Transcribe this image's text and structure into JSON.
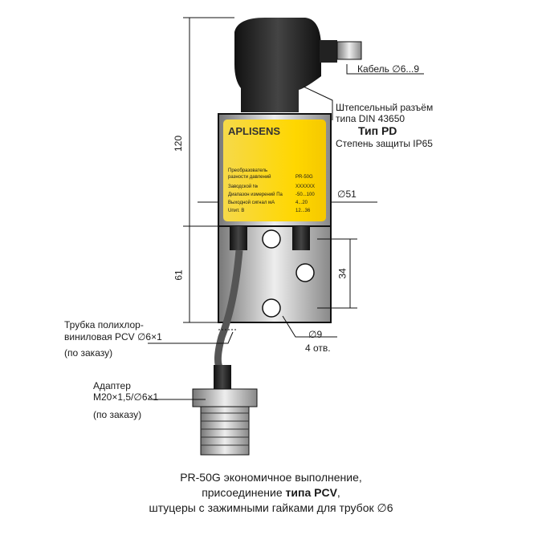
{
  "dimensions": {
    "height_top": "120",
    "height_bottom": "61",
    "diameter": "∅51",
    "spacing": "34",
    "hole": "∅9",
    "holes_count": "4 отв."
  },
  "callouts": {
    "cable": "Кабель ∅6...9",
    "connector_line1": "Штепсельный разъём",
    "connector_line2": "типа DIN 43650",
    "connector_type": "Тип PD",
    "protection": "Степень защиты IP65",
    "tube_line1": "Трубка полихлор-",
    "tube_line2": "виниловая PCV ∅6×1",
    "tube_order": "(по заказу)",
    "adapter_line1": "Адаптер",
    "adapter_line2": "M20×1,5/∅6×1",
    "adapter_order": "(по заказу)"
  },
  "nameplate": {
    "brand": "APLISENS",
    "r1l": "Преобразователь",
    "r1l2": "разности давлений",
    "r1v": "PR-50G",
    "r2l": "Заводской №",
    "r2v": "XXXXXX",
    "r3l": "Диапазон измерений  Па",
    "r3v": "-50...100",
    "r4l": "Выходной сигнал  мА",
    "r4v": "4...20",
    "r5l": "Uпит. В",
    "r5v": "12...36"
  },
  "caption": {
    "line1": "PR-50G экономичное выполнение,",
    "line2_pre": "присоединение ",
    "line2_bold": "типа PCV",
    "line2_post": ",",
    "line3": "штуцеры с зажимными гайками для трубок ∅6"
  }
}
